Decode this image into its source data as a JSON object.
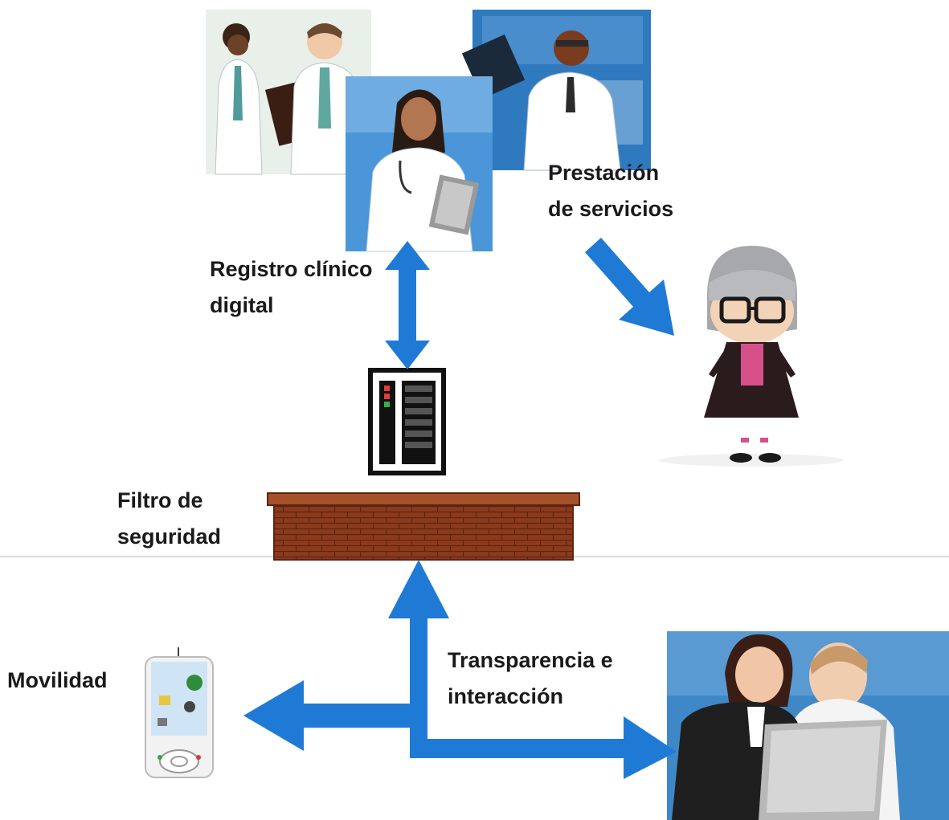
{
  "labels": {
    "registro": [
      "Registro clínico",
      "digital"
    ],
    "prestacion": [
      "Prestación",
      "de servicios"
    ],
    "filtro": [
      "Filtro de",
      "seguridad"
    ],
    "movilidad": "Movilidad",
    "transparencia": [
      "Transparencia e",
      "interacción"
    ]
  },
  "colors": {
    "arrow": "#1f7ad6",
    "wall": "#8b3a1c",
    "wall_top": "#a5512a",
    "mortar": "#5c2410",
    "divider": "#cfcfcf"
  },
  "icons": {
    "doctors_meeting": "doctors-meeting-illustration",
    "doctor_xray": "doctor-xray-illustration",
    "doctor_clipboard": "doctor-clipboard-illustration",
    "patient": "elderly-patient-illustration",
    "server": "server-icon",
    "firewall": "brick-wall-icon",
    "phone": "mobile-phone-icon",
    "users_laptop": "users-laptop-illustration"
  }
}
